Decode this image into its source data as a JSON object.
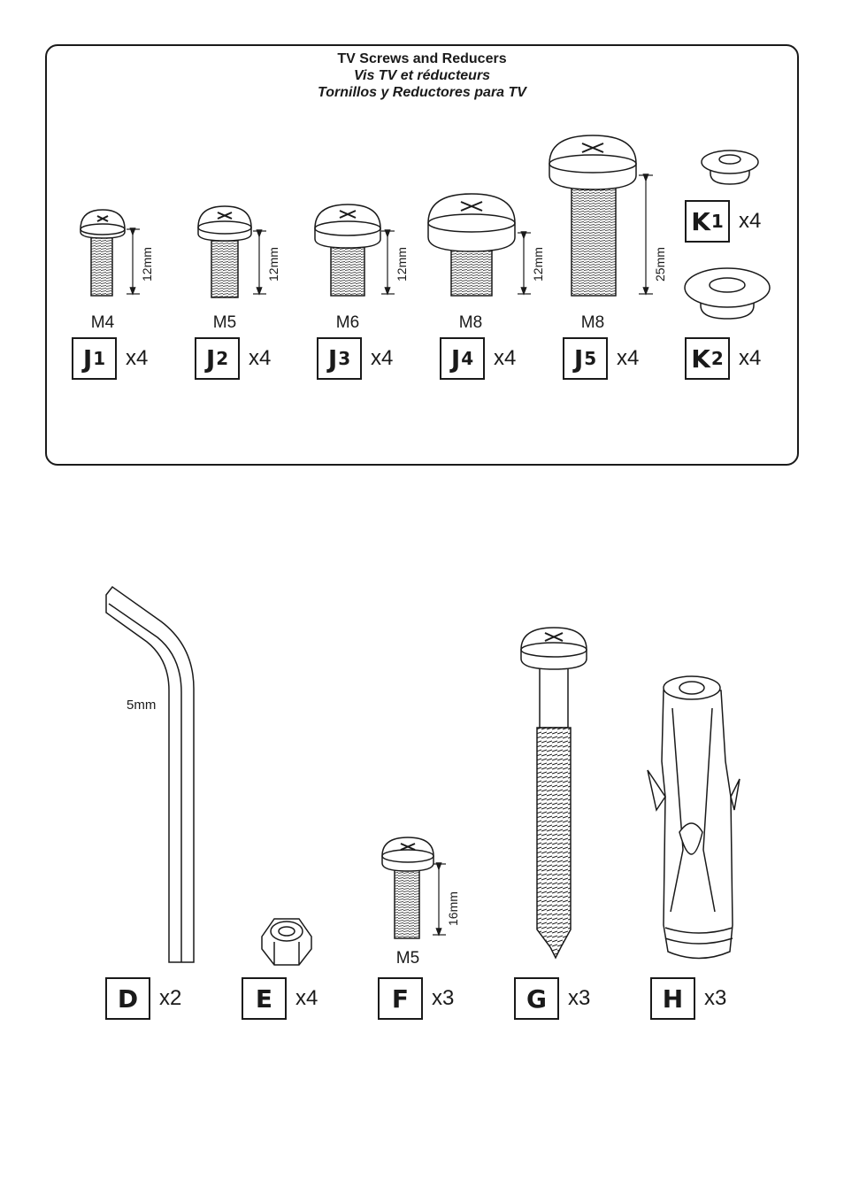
{
  "title": {
    "en": "TV Screws and Reducers",
    "fr": "Vis TV et réducteurs",
    "es": "Tornillos y Reductores para TV"
  },
  "screws": [
    {
      "letter": "J",
      "num": "1",
      "size": "M4",
      "length": "12mm",
      "qty": "x4"
    },
    {
      "letter": "J",
      "num": "2",
      "size": "M5",
      "length": "12mm",
      "qty": "x4"
    },
    {
      "letter": "J",
      "num": "3",
      "size": "M6",
      "length": "12mm",
      "qty": "x4"
    },
    {
      "letter": "J",
      "num": "4",
      "size": "M8",
      "length": "12mm",
      "qty": "x4"
    },
    {
      "letter": "J",
      "num": "5",
      "size": "M8",
      "length": "25mm",
      "qty": "x4"
    }
  ],
  "reducers": [
    {
      "letter": "K",
      "num": "1",
      "qty": "x4"
    },
    {
      "letter": "K",
      "num": "2",
      "qty": "x4"
    }
  ],
  "hardware": [
    {
      "letter": "D",
      "qty": "x2",
      "label": "5mm"
    },
    {
      "letter": "E",
      "qty": "x4"
    },
    {
      "letter": "F",
      "qty": "x3",
      "size": "M5",
      "length": "16mm"
    },
    {
      "letter": "G",
      "qty": "x3"
    },
    {
      "letter": "H",
      "qty": "x3"
    }
  ],
  "colors": {
    "ink": "#1a1a1a",
    "fill": "#ffffff"
  }
}
